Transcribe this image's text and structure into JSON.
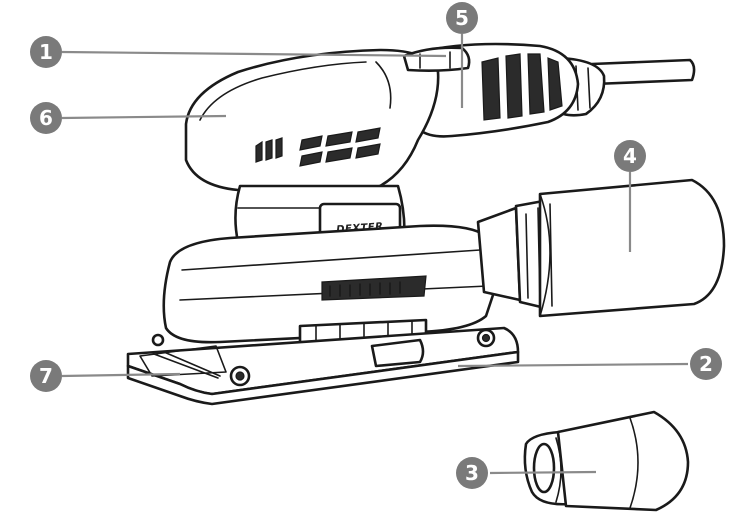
{
  "brand_label": "DEXTER",
  "callouts": [
    {
      "id": "c1",
      "number": "1"
    },
    {
      "id": "c2",
      "number": "2"
    },
    {
      "id": "c3",
      "number": "3"
    },
    {
      "id": "c4",
      "number": "4"
    },
    {
      "id": "c5",
      "number": "5"
    },
    {
      "id": "c6",
      "number": "6"
    },
    {
      "id": "c7",
      "number": "7"
    }
  ],
  "colors": {
    "callout_badge": "#7a7a7a",
    "leader_line": "#8a8a8a",
    "outline": "#1a1a1a",
    "dark_parts": "#2b2b2b",
    "background": "#ffffff"
  }
}
